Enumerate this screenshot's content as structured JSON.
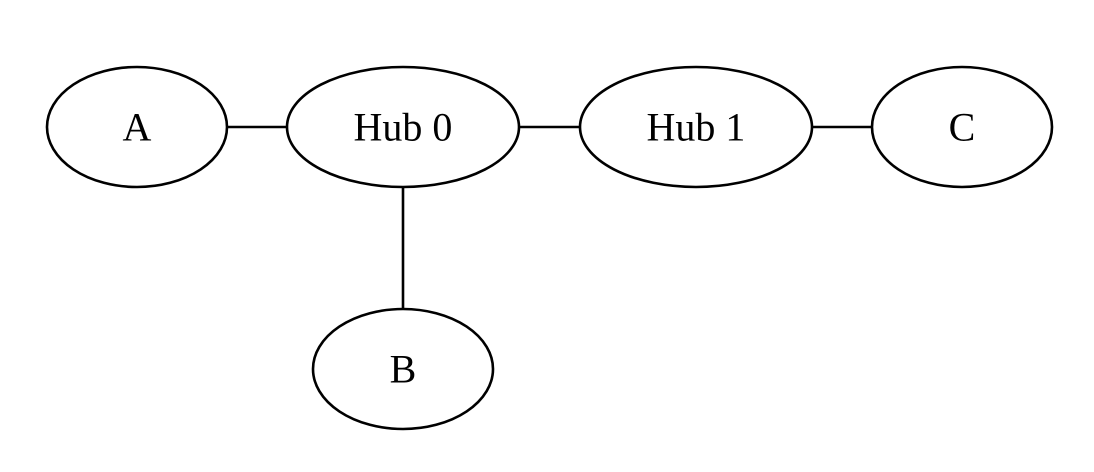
{
  "diagram": {
    "type": "graph",
    "nodes": [
      {
        "id": "A",
        "label": "A"
      },
      {
        "id": "hub0",
        "label": "Hub 0"
      },
      {
        "id": "hub1",
        "label": "Hub 1"
      },
      {
        "id": "C",
        "label": "C"
      },
      {
        "id": "B",
        "label": "B"
      }
    ],
    "edges": [
      {
        "from": "A",
        "to": "hub0"
      },
      {
        "from": "hub0",
        "to": "hub1"
      },
      {
        "from": "hub1",
        "to": "C"
      },
      {
        "from": "hub0",
        "to": "B"
      }
    ]
  }
}
